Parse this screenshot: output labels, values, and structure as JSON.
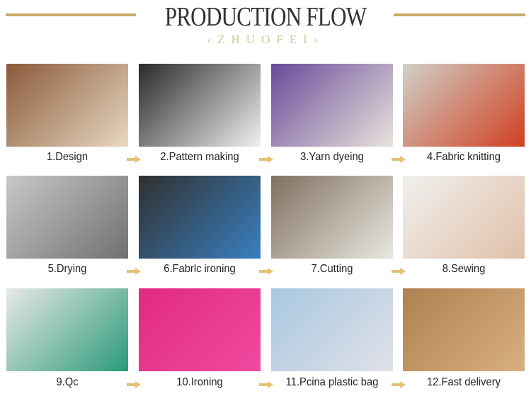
{
  "header": {
    "title": "PRODUCTION FLOW",
    "subtitle": "‹ZHUOFEI›"
  },
  "steps": [
    {
      "label": "1.Design",
      "colors": [
        "#8a5a3a",
        "#e8d8c0"
      ]
    },
    {
      "label": "2.Pattern making",
      "colors": [
        "#2a2a2a",
        "#f0f0f0"
      ]
    },
    {
      "label": "3.Yarn dyeing",
      "colors": [
        "#6a4a9a",
        "#e8e4dc"
      ]
    },
    {
      "label": "4.Fabric knitting",
      "colors": [
        "#d0d0c8",
        "#d04020"
      ]
    },
    {
      "label": "5.Drying",
      "colors": [
        "#c8c8c8",
        "#707070"
      ]
    },
    {
      "label": "6.Fabrlc ironing",
      "colors": [
        "#303030",
        "#3a80c0"
      ]
    },
    {
      "label": "7.Cutting",
      "colors": [
        "#807060",
        "#e8e8e0"
      ]
    },
    {
      "label": "8.Sewing",
      "colors": [
        "#f0f0ee",
        "#e0c0a8"
      ]
    },
    {
      "label": "9.Qc",
      "colors": [
        "#e8e8e8",
        "#2a9a78"
      ]
    },
    {
      "label": "10.Ironing",
      "colors": [
        "#e02a80",
        "#f04aa0"
      ]
    },
    {
      "label": "11.Pcina plastic bag",
      "colors": [
        "#a8c8e0",
        "#e0e0e8"
      ]
    },
    {
      "label": "12.Fast delivery",
      "colors": [
        "#b08050",
        "#d8b080"
      ]
    }
  ]
}
